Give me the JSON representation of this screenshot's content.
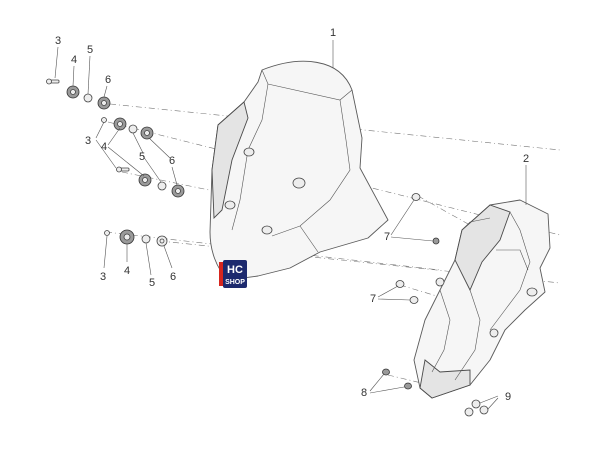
{
  "callouts": {
    "c1": "1",
    "c2": "2",
    "c3a": "3",
    "c4a": "4",
    "c5a": "5",
    "c6a": "6",
    "c3b": "3",
    "c4b": "4",
    "c5b": "5",
    "c6b": "6",
    "c3c": "3",
    "c4c": "4",
    "c5c": "5",
    "c6c": "6",
    "c7a": "7",
    "c7b": "7",
    "c8": "8",
    "c9": "9"
  },
  "logo": {
    "line1": "HC",
    "line2": "SHOP"
  },
  "colors": {
    "line": "#5a5a5a",
    "logo_blue": "#1d2a6e",
    "logo_red": "#d7261e"
  }
}
